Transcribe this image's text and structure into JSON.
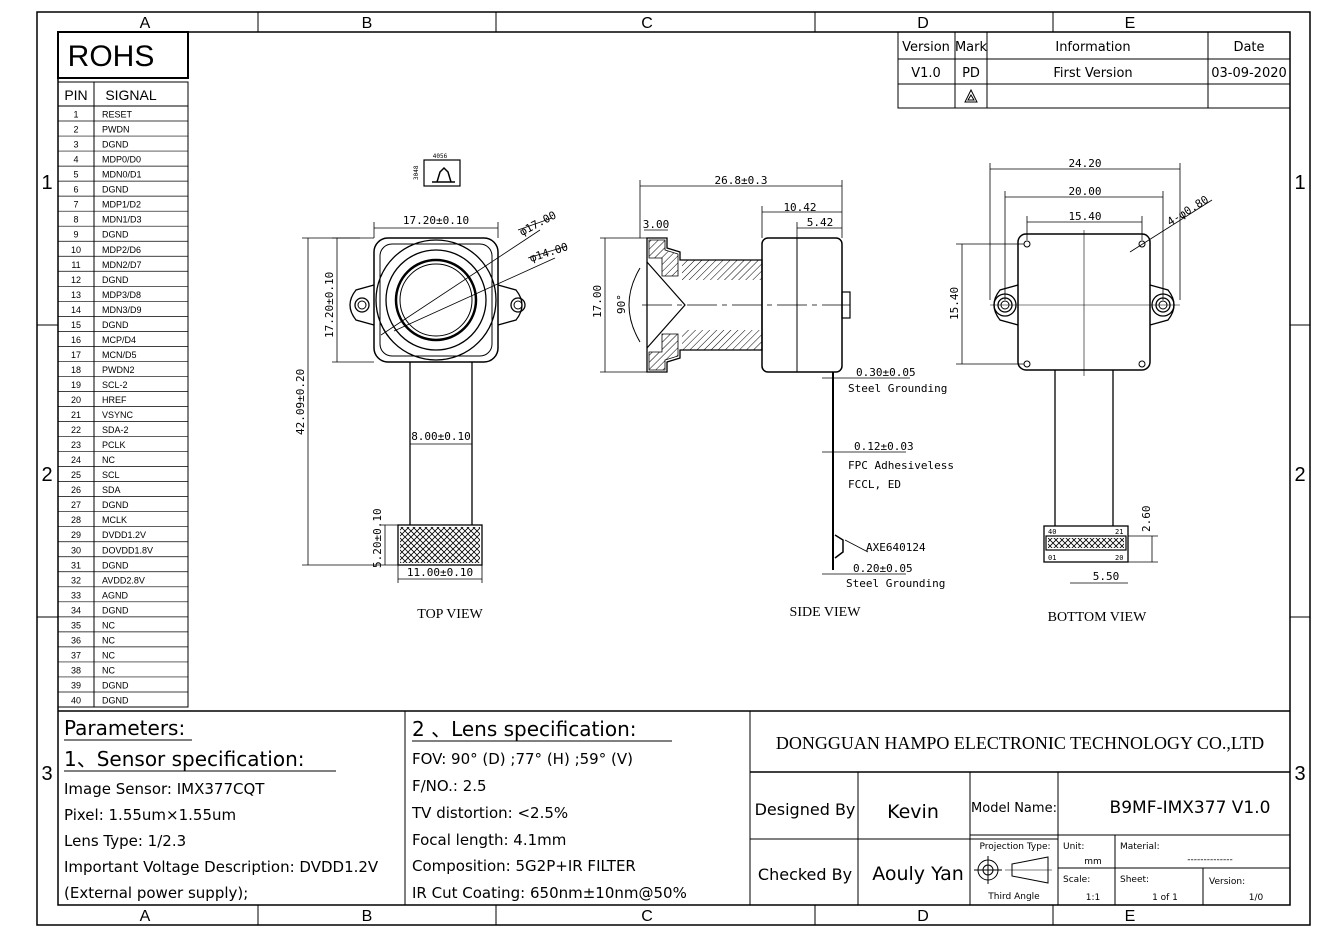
{
  "frame": {
    "columns": [
      "A",
      "B",
      "C",
      "D",
      "E"
    ],
    "rows": [
      "1",
      "2",
      "3"
    ]
  },
  "rohs": "ROHS",
  "pin_table": {
    "headers": [
      "PIN",
      "SIGNAL"
    ],
    "rows": [
      [
        "1",
        "RESET"
      ],
      [
        "2",
        "PWDN"
      ],
      [
        "3",
        "DGND"
      ],
      [
        "4",
        "MDP0/D0"
      ],
      [
        "5",
        "MDN0/D1"
      ],
      [
        "6",
        "DGND"
      ],
      [
        "7",
        "MDP1/D2"
      ],
      [
        "8",
        "MDN1/D3"
      ],
      [
        "9",
        "DGND"
      ],
      [
        "10",
        "MDP2/D6"
      ],
      [
        "11",
        "MDN2/D7"
      ],
      [
        "12",
        "DGND"
      ],
      [
        "13",
        "MDP3/D8"
      ],
      [
        "14",
        "MDN3/D9"
      ],
      [
        "15",
        "DGND"
      ],
      [
        "16",
        "MCP/D4"
      ],
      [
        "17",
        "MCN/D5"
      ],
      [
        "18",
        "PWDN2"
      ],
      [
        "19",
        "SCL-2"
      ],
      [
        "20",
        "HREF"
      ],
      [
        "21",
        "VSYNC"
      ],
      [
        "22",
        "SDA-2"
      ],
      [
        "23",
        "PCLK"
      ],
      [
        "24",
        "NC"
      ],
      [
        "25",
        "SCL"
      ],
      [
        "26",
        "SDA"
      ],
      [
        "27",
        "DGND"
      ],
      [
        "28",
        "MCLK"
      ],
      [
        "29",
        "DVDD1.2V"
      ],
      [
        "30",
        "DOVDD1.8V"
      ],
      [
        "31",
        "DGND"
      ],
      [
        "32",
        "AVDD2.8V"
      ],
      [
        "33",
        "AGND"
      ],
      [
        "34",
        "DGND"
      ],
      [
        "35",
        "NC"
      ],
      [
        "36",
        "NC"
      ],
      [
        "37",
        "NC"
      ],
      [
        "38",
        "NC"
      ],
      [
        "39",
        "DGND"
      ],
      [
        "40",
        "DGND"
      ]
    ]
  },
  "revision": {
    "headers": [
      "Version",
      "Mark",
      "Information",
      "Date"
    ],
    "row": [
      "V1.0",
      "PD",
      "First Version",
      "03-09-2020"
    ]
  },
  "top_view": {
    "label": "TOP VIEW",
    "dims": {
      "width": "17.20±0.10",
      "height": "17.20±0.10",
      "d1": "φ17.00",
      "d2": "φ14.00",
      "total": "42.09±0.20",
      "fpc": "8.00±0.10",
      "stiff_w": "11.00±0.10",
      "stiff_h": "5.20±0.10"
    },
    "label_small_a": "4056",
    "label_small_b": "3048"
  },
  "side_view": {
    "label": "SIDE VIEW",
    "dims": {
      "total": "26.8±0.3",
      "d1": "10.42",
      "d2": "5.42",
      "d3": "3.00",
      "height": "17.00",
      "angle": "90°",
      "t1": "0.30±0.05",
      "n1": "Steel Grounding",
      "t2": "0.12±0.03",
      "n2a": "FPC Adhesiveless",
      "n2b": "FCCL, ED",
      "conn": "AXE640124",
      "t3": "0.20±0.05",
      "n3": "Steel Grounding"
    }
  },
  "bottom_view": {
    "label": "BOTTOM VIEW",
    "dims": {
      "w1": "24.20",
      "w2": "20.00",
      "w3": "15.40",
      "holes": "4-φ0.80",
      "height": "15.40",
      "h2": "2.60",
      "cw": "5.50"
    },
    "pins": {
      "p40": "40",
      "p21": "21",
      "p01": "01",
      "p20": "20"
    }
  },
  "params": {
    "title": "Parameters:",
    "sensor_title": "1、Sensor specification:",
    "sensor_lines": [
      "Image Sensor: IMX377CQT",
      "Pixel: 1.55um×1.55um",
      "Lens Type: 1/2.3",
      "Important Voltage Description: DVDD1.2V",
      "(External power supply);"
    ],
    "lens_title": "2 、Lens specification:",
    "lens_lines": [
      "FOV: 90° (D) ;77° (H) ;59° (V)",
      "F/NO.: 2.5",
      "TV distortion: <2.5%",
      "Focal length: 4.1mm",
      "Composition: 5G2P+IR FILTER",
      "IR Cut Coating: 650nm±10nm@50%"
    ]
  },
  "title_block": {
    "company": "DONGGUAN HAMPO ELECTRONIC TECHNOLOGY CO.,LTD",
    "designed_by_label": "Designed By",
    "designed_by": "Kevin",
    "checked_by_label": "Checked By",
    "checked_by": "Aouly Yan",
    "model_label": "Model Name:",
    "model": "B9MF-IMX377 V1.0",
    "projection_label": "Projection Type:",
    "projection_note": "Third Angle",
    "unit_label": "Unit:",
    "unit": "mm",
    "material_label": "Material:",
    "material": "--------------",
    "scale_label": "Scale:",
    "scale": "1:1",
    "sheet_label": "Sheet:",
    "sheet": "1 of 1",
    "version_label": "Version:",
    "version": "1/0"
  }
}
